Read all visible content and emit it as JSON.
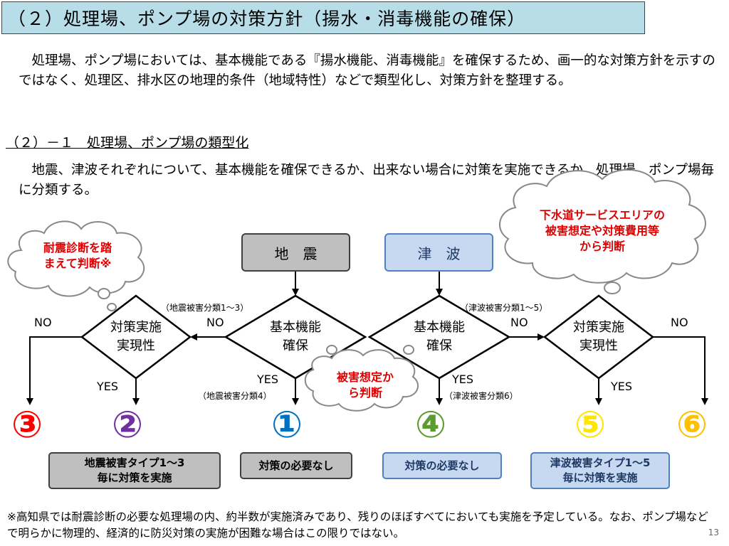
{
  "title": "（２）処理場、ポンプ場の対策方針（揚水・消毒機能の確保）",
  "intro": "　処理場、ポンプ場においては、基本機能である『揚水機能、消毒機能』を確保するため、画一的な対策方針を示すのではなく、処理区、排水区の地理的条件（地域特性）などで類型化し、対策方針を整理する。",
  "subheading": "（２）－１　処理場、ポンプ場の類型化",
  "subtext": "　地震、津波それぞれについて、基本機能を確保できるか、出来ない場合に対策を実施できるか、処理場、ポンプ場毎に分類する。",
  "flow": {
    "quake": "地　震",
    "tsunami": "津　波",
    "basic": "基本機能確保",
    "basic_l1": "基本機能",
    "basic_l2": "確保",
    "feas_l1": "対策実施",
    "feas_l2": "実現性",
    "no": "NO",
    "yes": "YES",
    "quake_cls13": "（地震被害分類1～3）",
    "quake_cls4": "（地震被害分類4）",
    "tsu_cls15": "（津波被害分類1～5）",
    "tsu_cls6": "（津波被害分類6）"
  },
  "numbers": [
    "③",
    "②",
    "①",
    "④",
    "⑤",
    "⑥"
  ],
  "number_colors": [
    "#ff0000",
    "#7030a0",
    "#0070c0",
    "#5b9b2f",
    "#ffe500",
    "#ffc000"
  ],
  "results": {
    "quake_type_l1": "地震被害タイプ1～3",
    "quake_type_l2": "毎に対策を実施",
    "none_quake": "対策の必要なし",
    "none_tsunami": "対策の必要なし",
    "tsu_type_l1": "津波被害タイプ1～5",
    "tsu_type_l2": "毎に対策を実施"
  },
  "clouds": {
    "left_l1": "耐震診断を踏",
    "left_l2": "まえて判断※",
    "center_l1": "被害想定か",
    "center_l2": "ら判断",
    "right_l1": "下水道サービスエリアの",
    "right_l2": "被害想定や対策費用等",
    "right_l3": "から判断"
  },
  "footnote": "※高知県では耐震診断の必要な処理場の内、約半数が実施済みであり、残りのほぼすべてにおいても実施を予定している。なお、ポンプ場などで明らかに物理的、経済的に防災対策の実施が困難な場合はこの限りではない。",
  "page_number": "13"
}
